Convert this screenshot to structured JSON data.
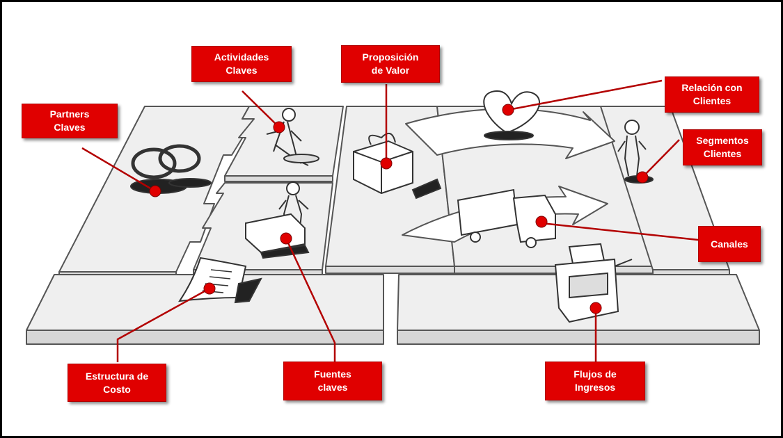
{
  "labels": {
    "partners": "Partners\nClaves",
    "actividades": "Actividades\nClaves",
    "propuesta": "Proposición\nde Valor",
    "relacion": "Relación con\nClientes",
    "segmentos": "Segmentos\nClientes",
    "canales": "Canales",
    "costos": "Estructura de\nCosto",
    "recursos": "Fuentes\nclaves",
    "ingresos": "Flujos de\nIngresos"
  },
  "colors": {
    "accent": "#e00000",
    "connector": "#b30000",
    "sketch": "#555555",
    "block": "#efefef"
  }
}
